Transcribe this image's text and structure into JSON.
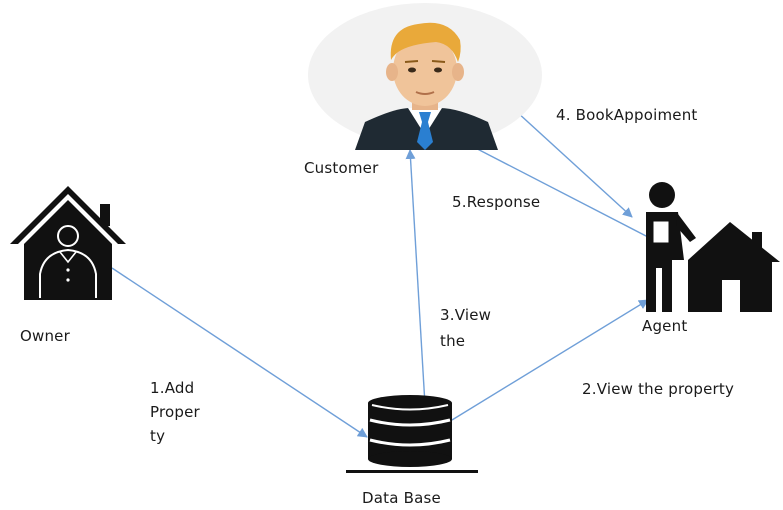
{
  "nodes": {
    "customer": "Customer",
    "owner": "Owner",
    "agent": "Agent",
    "database": "Data Base"
  },
  "edges": {
    "add_property": "1.Add\nProper\nty",
    "view_property": "2.View the property",
    "view_the": "3.View\nthe",
    "book_appointment": "4. BookAppoiment",
    "response": "5.Response"
  },
  "colors": {
    "arrow": "#6f9fd8",
    "icon": "#111111",
    "customer_bg": "#f2f2f2"
  }
}
